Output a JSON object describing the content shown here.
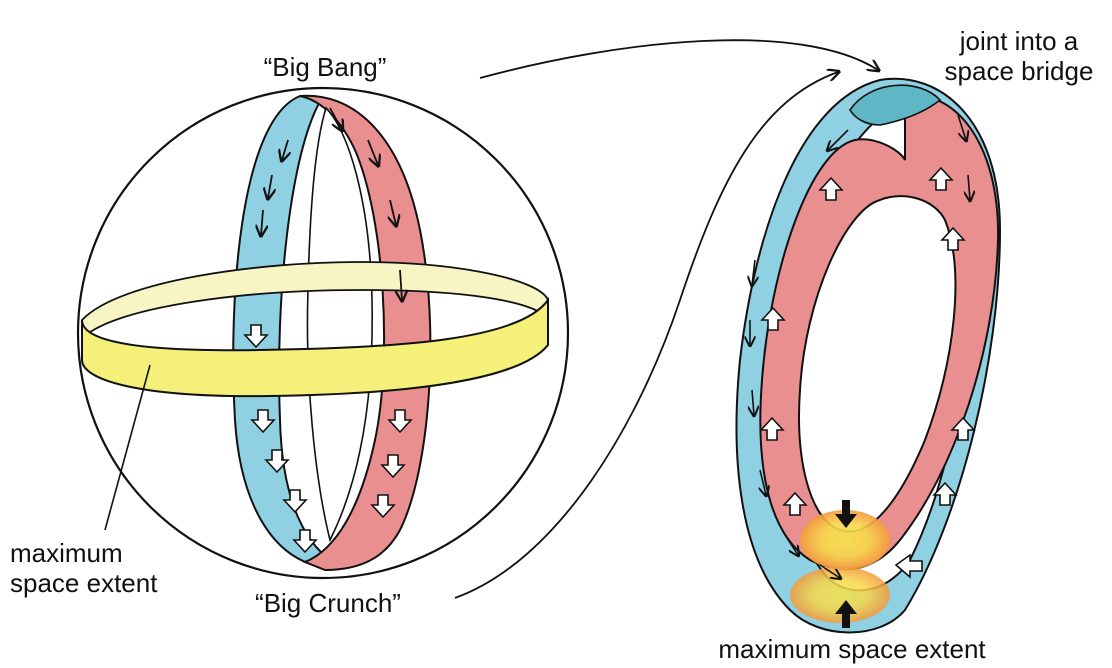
{
  "labels": {
    "big_bang": "“Big Bang”",
    "big_crunch": "“Big Crunch”",
    "max_extent_left_line1": "maximum",
    "max_extent_left_line2": "space extent",
    "joint_line1": "joint into a",
    "joint_line2": "space bridge",
    "max_extent_bottom": "maximum space extent"
  },
  "colors": {
    "blue_band": "#8fd0e3",
    "red_band": "#e98f90",
    "yellow_band": "#f4f07a",
    "pale_yellow": "#f8f5c4",
    "orange_glow": "#f3a43b",
    "stroke": "#111111"
  },
  "icons": {
    "flow_arrow_line": "line-arrow",
    "flow_arrow_hollow": "hollow-arrow",
    "marker_arrow": "solid-black-arrow"
  }
}
